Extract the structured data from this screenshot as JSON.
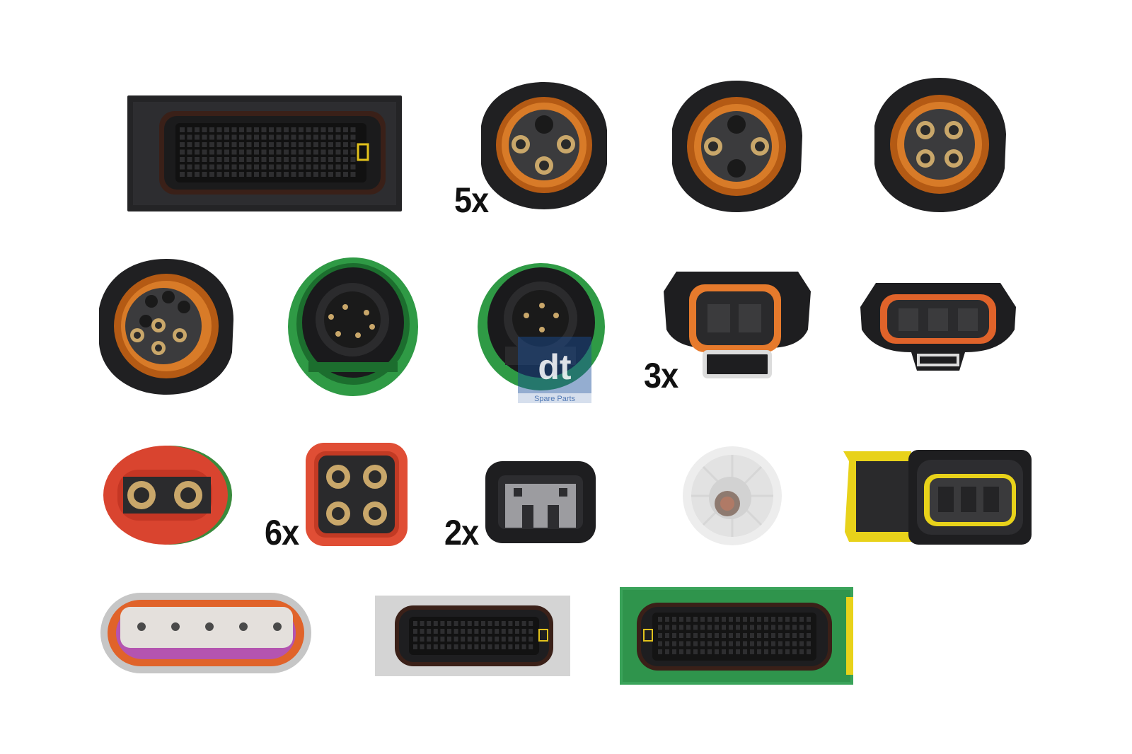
{
  "quantities": {
    "q1": "5x",
    "q2": "3x",
    "q3": "6x",
    "q4": "2x"
  },
  "logo": {
    "brand": "dt",
    "tagline": "Spare Parts",
    "color": "#1a4f9c"
  },
  "colors": {
    "housing_black": "#1e1e20",
    "seal_orange": "#c96a1e",
    "seal_green": "#2f9a45",
    "seal_red": "#d9442f",
    "yellow": "#e8d21a",
    "grey": "#cfcfcf",
    "white_part": "#ececec"
  },
  "parts": [
    "large-ecu-connector-black",
    "round-connector-3pin-a",
    "round-connector-3pin-b",
    "round-connector-4pin",
    "round-connector-7pin",
    "green-seal-connector-a",
    "green-seal-connector-b",
    "rect-connector-orange-2pin",
    "rect-connector-orange-3pin",
    "red-oval-connector-2pin",
    "red-square-connector-4pin",
    "black-2pin-connector",
    "white-round-cap",
    "yellow-black-connector",
    "grey-oval-connector-5pin",
    "grey-ecu-connector",
    "green-ecu-connector"
  ]
}
